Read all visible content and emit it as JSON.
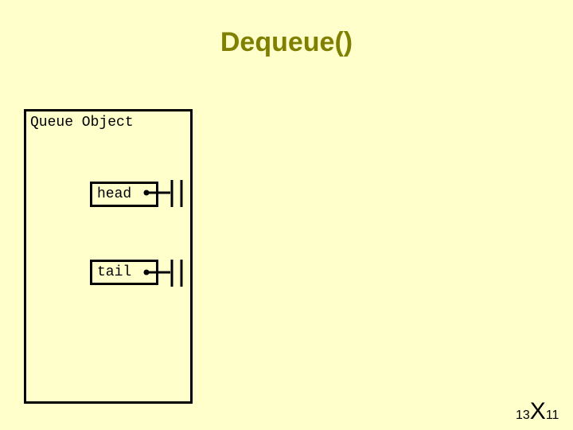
{
  "slide": {
    "title": "Dequeue()"
  },
  "queue": {
    "label": "Queue Object",
    "fields": {
      "head": "head",
      "tail": "tail"
    }
  },
  "footer": {
    "left": "13",
    "mid": "X",
    "right": "11"
  },
  "colors": {
    "background": "#ffffcc",
    "title": "#808000"
  }
}
